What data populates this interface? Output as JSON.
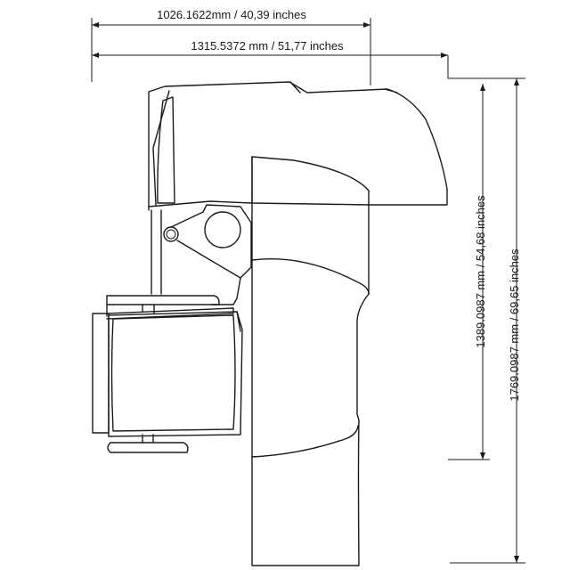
{
  "dimensions": {
    "top_width": "1026.1622mm / 40,39 inches",
    "bottom_width": "1315.5372 mm / 51,77 inches",
    "inner_height": "1389.0987 mm / 54,68 inches",
    "outer_height": "1769.0987 mm / 69,65 inches"
  }
}
